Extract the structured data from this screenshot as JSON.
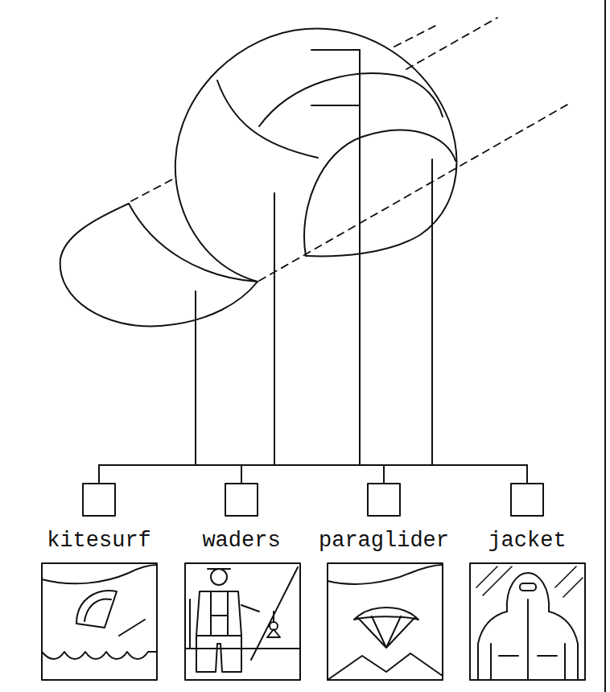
{
  "diagram": {
    "labels": [
      "kitesurf",
      "waders",
      "paraglider",
      "jacket"
    ]
  }
}
